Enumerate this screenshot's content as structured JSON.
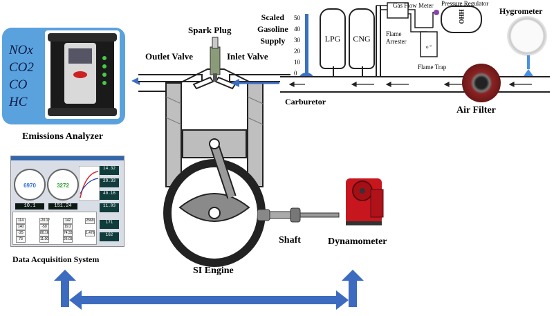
{
  "labels": {
    "emissions_analyzer": "Emissions Analyzer",
    "spark_plug": "Spark Plug",
    "outlet_valve": "Outlet Valve",
    "inlet_valve": "Inlet Valve",
    "scaled_gasoline_supply": [
      "Scaled",
      "Gasoline",
      "Supply"
    ],
    "carburetor": "Carburetor",
    "lpg": "LPG",
    "cng": "CNG",
    "gas_flow_meter": "Gas Flow Meter",
    "pressure_regulator": "Pressure Regulator",
    "hho": "HHO",
    "flame_arrester": [
      "Flame",
      "Arrester"
    ],
    "flame_trap": "Flame Trap",
    "hygrometer": "Hygrometer",
    "air_filter": "Air Filter",
    "data_acquisition": "Data Acquisition System",
    "si_engine": "SI Engine",
    "shaft": "Shaft",
    "dynamometer": "Dynamometer"
  },
  "gases": [
    "NOx",
    "CO2",
    "CO",
    "HC"
  ],
  "scale_ticks": [
    "50",
    "40",
    "30",
    "20",
    "10",
    "0"
  ],
  "daq": {
    "gauge_left": "6970",
    "gauge_right": "3272",
    "display_left": "10.1",
    "display_mid": "151.24",
    "readouts": [
      "14.32",
      "29.33",
      "40.16",
      "11.03",
      "171",
      "162"
    ],
    "table_values": [
      "114",
      "-20.17",
      "140",
      "-50",
      "142",
      "80.16",
      "-25",
      "11.00",
      "73",
      "74.33",
      "19.2",
      "26.03",
      "2569",
      "1.476"
    ]
  },
  "colors": {
    "analyzer_panel": "#5aa2de",
    "arrow": "#3d6bc0",
    "dynamometer": "#c8161e",
    "carburetor_bulb": "#3b6fc4"
  }
}
